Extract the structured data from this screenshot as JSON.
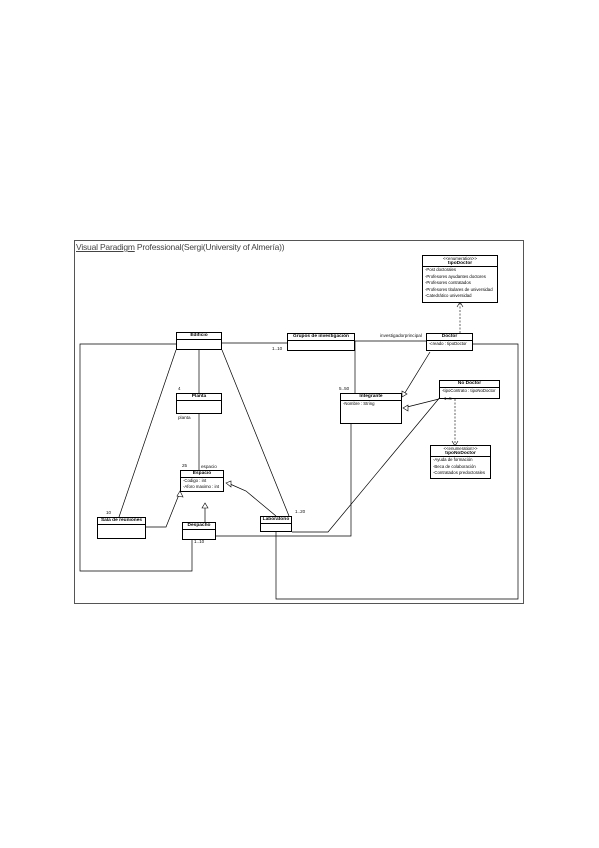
{
  "frame": {
    "title_prefix": "Visual Paradigm",
    "title_rest": " Professional(Sergi(University of Almería))"
  },
  "classes": {
    "edificio": {
      "name": "Edificio"
    },
    "grupos": {
      "name": "Grupos de investigación"
    },
    "doctor": {
      "name": "Doctor",
      "attrs": [
        "-creado : tipoDoctor"
      ]
    },
    "tipoDoctor": {
      "stereotype": "<<enumeration>>",
      "name": "tipoDoctor",
      "attrs": [
        "-Post doctorales",
        "-Profesores ayudantes doctores",
        "-Profesores contratados",
        "-Profesores titulares de universidad",
        "-Catedrático universidad"
      ]
    },
    "planta": {
      "name": "Planta"
    },
    "integrante": {
      "name": "Integrante",
      "attrs": [
        "-Nombre : String"
      ]
    },
    "noDoctor": {
      "name": "No Doctor",
      "attrs": [
        "-tipoContrato : tipoNoDoctor"
      ]
    },
    "tipoNoDoctor": {
      "stereotype": "<<enumeration>>",
      "name": "tipoNoDoctor",
      "attrs": [
        "-Ayuda de formación",
        "-Beca de colaboración",
        "-Contratados predoctorales"
      ]
    },
    "espacio": {
      "name": "Espacio",
      "attrs": [
        "-Codigo : int",
        "-Aforo maximo : int"
      ]
    },
    "sala": {
      "name": "Sala de reuniones"
    },
    "despacho": {
      "name": "Despacho"
    },
    "laboratorio": {
      "name": "Laboratorio"
    }
  },
  "labels": {
    "mult_110_top": "1..10",
    "ip": "investigadorprincipal",
    "mult_550": "5..50",
    "mult_15": "1..5",
    "mult_4": "4",
    "planta_role": "planta",
    "mult_25": "25",
    "espacio_role": "espacio",
    "mult_10": "10",
    "mult_120": "1..20",
    "mult_110_bottom": "1..10"
  }
}
